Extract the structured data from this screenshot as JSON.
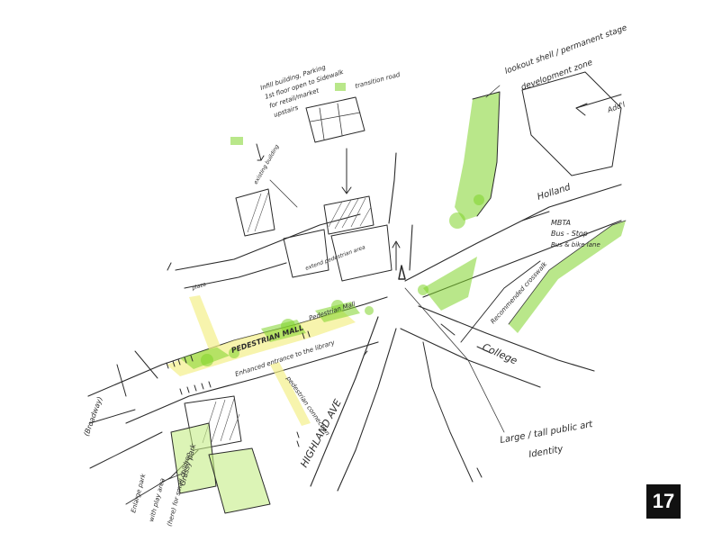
{
  "labels": {
    "infill_building": "Infill building, Parking",
    "infill_line2": "1st floor open to Sidewalk",
    "infill_line3": "for retail/market",
    "infill_line4": "upstairs",
    "transition_road": "transition road",
    "existing_bldg": "existing building",
    "lookout_shell": "lookout shell / permanent stage",
    "development_zone": "development zone",
    "adds": "Add'l",
    "holland": "Holland",
    "mbta": "MBTA",
    "bus_stop": "Bus - Stop",
    "bus_bike": "Bus & bike lane",
    "pedestrian_mall": "PEDESTRIAN MALL",
    "pedestrian_mall_2": "Pedestrian Mall",
    "ext_plaza": "extend pedestrian area",
    "pedestrian_connection": "pedestrian connection",
    "enhanced_entrance": "Enhanced entrance to the library",
    "highland_ave": "HIGHLAND AVE",
    "college": "College",
    "recommended_cross": "Recommended crosswalk",
    "public_art": "Large / tall public art",
    "identity": "Identity",
    "grassy_park": "Grassy park",
    "enlarge_park": "Enlarge park",
    "with_playground": "with play area",
    "for_small": "(here) for small children",
    "broadway": "(Broadway)",
    "plaza": "plaza"
  },
  "page_number": "17",
  "colors": {
    "ink": "#2a2a2a",
    "green": "#7fd32a",
    "yellow": "#f4f08a",
    "badge": "#111111"
  }
}
